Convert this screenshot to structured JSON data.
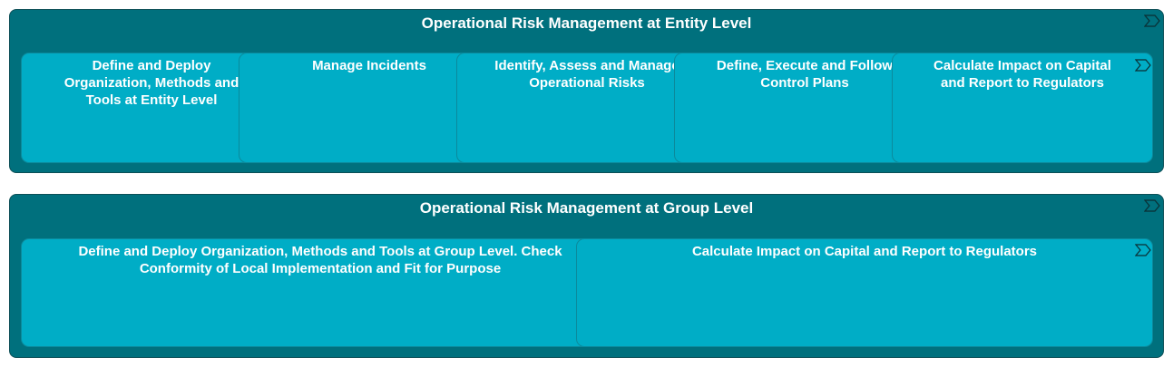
{
  "groups": [
    {
      "title": "Operational Risk Management at Entity Level",
      "cards": [
        {
          "label_lines": [
            "Define and Deploy",
            "Organization, Methods and",
            "Tools at Entity Level"
          ]
        },
        {
          "label_lines": [
            "Manage Incidents"
          ]
        },
        {
          "label_lines": [
            "Identify, Assess and Manage",
            "Operational Risks"
          ]
        },
        {
          "label_lines": [
            "Define, Execute and Follow",
            "Control Plans"
          ]
        },
        {
          "label_lines": [
            "Calculate Impact on Capital",
            "and Report to Regulators"
          ]
        }
      ]
    },
    {
      "title": "Operational Risk Management at Group Level",
      "cards": [
        {
          "label_lines": [
            "Define and Deploy Organization, Methods and Tools at Group Level. Check",
            "Conformity of Local Implementation and Fit for Purpose"
          ]
        },
        {
          "label_lines": [
            "Calculate Impact on Capital and Report to Regulators"
          ]
        }
      ]
    }
  ],
  "icons": {
    "group_marker": "sigma-icon",
    "card_marker": "sigma-icon"
  },
  "colors": {
    "group_fill": "#00707d",
    "card_fill": "#00adc6",
    "text": "#ffffff"
  }
}
